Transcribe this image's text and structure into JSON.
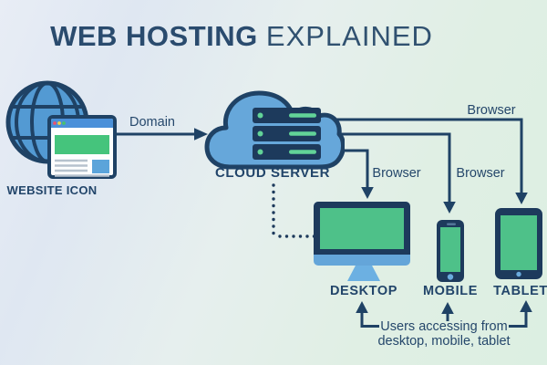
{
  "header": {
    "title_bold": "WEB HOSTING",
    "title_light": "EXPLAINED"
  },
  "diagram": {
    "website": {
      "label": "WEBSITE ICON",
      "icon": "globe-browser-icon"
    },
    "domain_connection": {
      "label": "Domain"
    },
    "cloud": {
      "label": "CLOUD SERVER",
      "icon": "cloud-server-icon"
    },
    "connections": [
      {
        "label": "Browser",
        "to": "TABLET"
      },
      {
        "label": "Browser",
        "to": "DESKTOP"
      },
      {
        "label": "Browser",
        "to": "MOBILE"
      }
    ],
    "devices": [
      {
        "label": "DESKTOP",
        "icon": "desktop-monitor-icon"
      },
      {
        "label": "MOBILE",
        "icon": "smartphone-icon"
      },
      {
        "label": "TABLET",
        "icon": "tablet-icon"
      }
    ],
    "users_note": {
      "line1": "Users accessing from",
      "line2": "desktop, mobile, tablet"
    }
  },
  "colors": {
    "navy_stroke": "#1f4265",
    "navy_fill": "#1d3a5c",
    "blue_fill": "#64a5d9",
    "globe_blue": "#539ad3",
    "green_screen": "#4ec189",
    "light_blue": "#6cb0e2",
    "text_navy": "#25476b",
    "bg_left": "#dfe7f2",
    "bg_right": "#dcefe2"
  }
}
